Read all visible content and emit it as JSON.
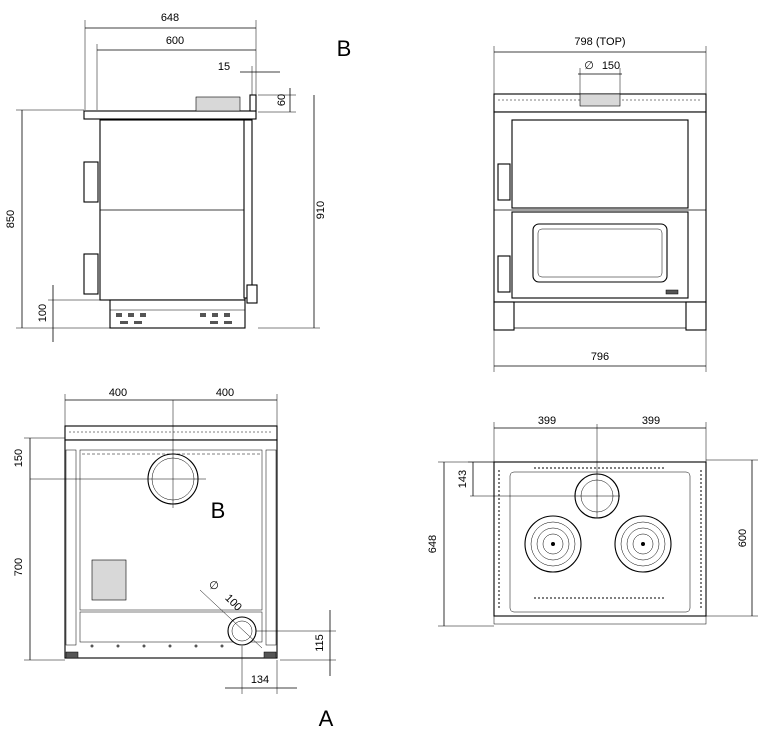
{
  "side_view": {
    "dim_total_depth": "648",
    "dim_depth": "600",
    "dim_back_offset": "15",
    "dim_top_collar": "60",
    "dim_height": "850",
    "dim_flue_height": "910",
    "dim_base": "100",
    "label_b": "B"
  },
  "front_view": {
    "dim_top_width": "798  (TOP)",
    "dim_flue_diameter": "150",
    "diameter_symbol": "∅",
    "dim_base_width": "796"
  },
  "rear_view": {
    "dim_left_half": "400",
    "dim_right_half": "400",
    "dim_top_offset": "150",
    "dim_side_height": "700",
    "dim_outlet_diameter": "100",
    "diameter_symbol": "∅",
    "dim_outlet_height": "115",
    "dim_outlet_offset": "134",
    "label_b": "B",
    "label_a": "A"
  },
  "top_view": {
    "dim_left_half": "399",
    "dim_right_half": "399",
    "dim_flue_offset": "143",
    "dim_total_depth": "648",
    "dim_inner_depth": "600"
  }
}
